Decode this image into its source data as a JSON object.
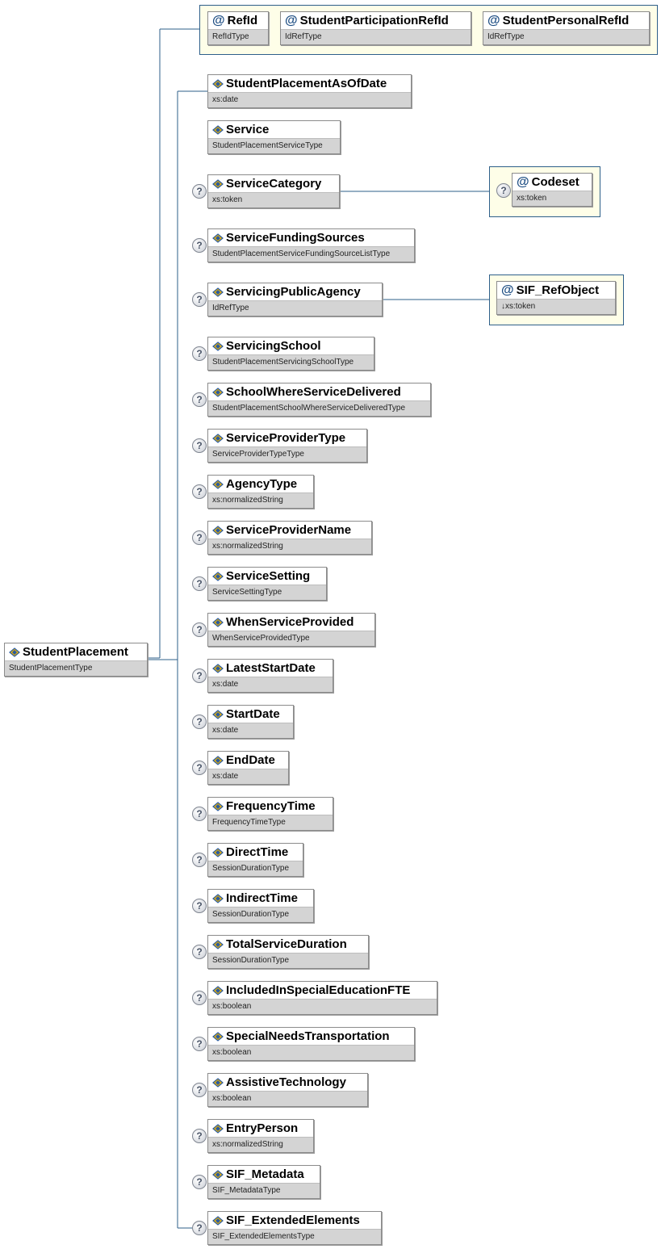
{
  "root": {
    "name": "StudentPlacement",
    "type": "StudentPlacementType"
  },
  "attributes": [
    {
      "name": "RefId",
      "type": "RefIdType"
    },
    {
      "name": "StudentParticipationRefId",
      "type": "IdRefType"
    },
    {
      "name": "StudentPersonalRefId",
      "type": "IdRefType"
    }
  ],
  "elements": [
    {
      "name": "StudentPlacementAsOfDate",
      "type": "xs:date",
      "optional": false
    },
    {
      "name": "Service",
      "type": "StudentPlacementServiceType",
      "optional": false
    },
    {
      "name": "ServiceCategory",
      "type": "xs:token",
      "optional": true
    },
    {
      "name": "ServiceFundingSources",
      "type": "StudentPlacementServiceFundingSourceListType",
      "optional": true
    },
    {
      "name": "ServicingPublicAgency",
      "type": "IdRefType",
      "optional": true
    },
    {
      "name": "ServicingSchool",
      "type": "StudentPlacementServicingSchoolType",
      "optional": true
    },
    {
      "name": "SchoolWhereServiceDelivered",
      "type": "StudentPlacementSchoolWhereServiceDeliveredType",
      "optional": true
    },
    {
      "name": "ServiceProviderType",
      "type": "ServiceProviderTypeType",
      "optional": true
    },
    {
      "name": "AgencyType",
      "type": "xs:normalizedString",
      "optional": true
    },
    {
      "name": "ServiceProviderName",
      "type": "xs:normalizedString",
      "optional": true
    },
    {
      "name": "ServiceSetting",
      "type": "ServiceSettingType",
      "optional": true
    },
    {
      "name": "WhenServiceProvided",
      "type": "WhenServiceProvidedType",
      "optional": true
    },
    {
      "name": "LatestStartDate",
      "type": "xs:date",
      "optional": true
    },
    {
      "name": "StartDate",
      "type": "xs:date",
      "optional": true
    },
    {
      "name": "EndDate",
      "type": "xs:date",
      "optional": true
    },
    {
      "name": "FrequencyTime",
      "type": "FrequencyTimeType",
      "optional": true
    },
    {
      "name": "DirectTime",
      "type": "SessionDurationType",
      "optional": true
    },
    {
      "name": "IndirectTime",
      "type": "SessionDurationType",
      "optional": true
    },
    {
      "name": "TotalServiceDuration",
      "type": "SessionDurationType",
      "optional": true
    },
    {
      "name": "IncludedInSpecialEducationFTE",
      "type": "xs:boolean",
      "optional": true
    },
    {
      "name": "SpecialNeedsTransportation",
      "type": "xs:boolean",
      "optional": true
    },
    {
      "name": "AssistiveTechnology",
      "type": "xs:boolean",
      "optional": true
    },
    {
      "name": "EntryPerson",
      "type": "xs:normalizedString",
      "optional": true
    },
    {
      "name": "SIF_Metadata",
      "type": "SIF_MetadataType",
      "optional": true
    },
    {
      "name": "SIF_ExtendedElements",
      "type": "SIF_ExtendedElementsType",
      "optional": true
    }
  ],
  "sub_attributes": {
    "service_category": {
      "name": "Codeset",
      "type": "xs:token",
      "optional": true
    },
    "servicing_public_agency": {
      "name": "SIF_RefObject",
      "type": "↓xs:token",
      "optional": false
    }
  },
  "colors": {
    "connector": "#2e5f8a",
    "panel_bg": "#fefee8",
    "type_bar": "#d4d4d4"
  }
}
